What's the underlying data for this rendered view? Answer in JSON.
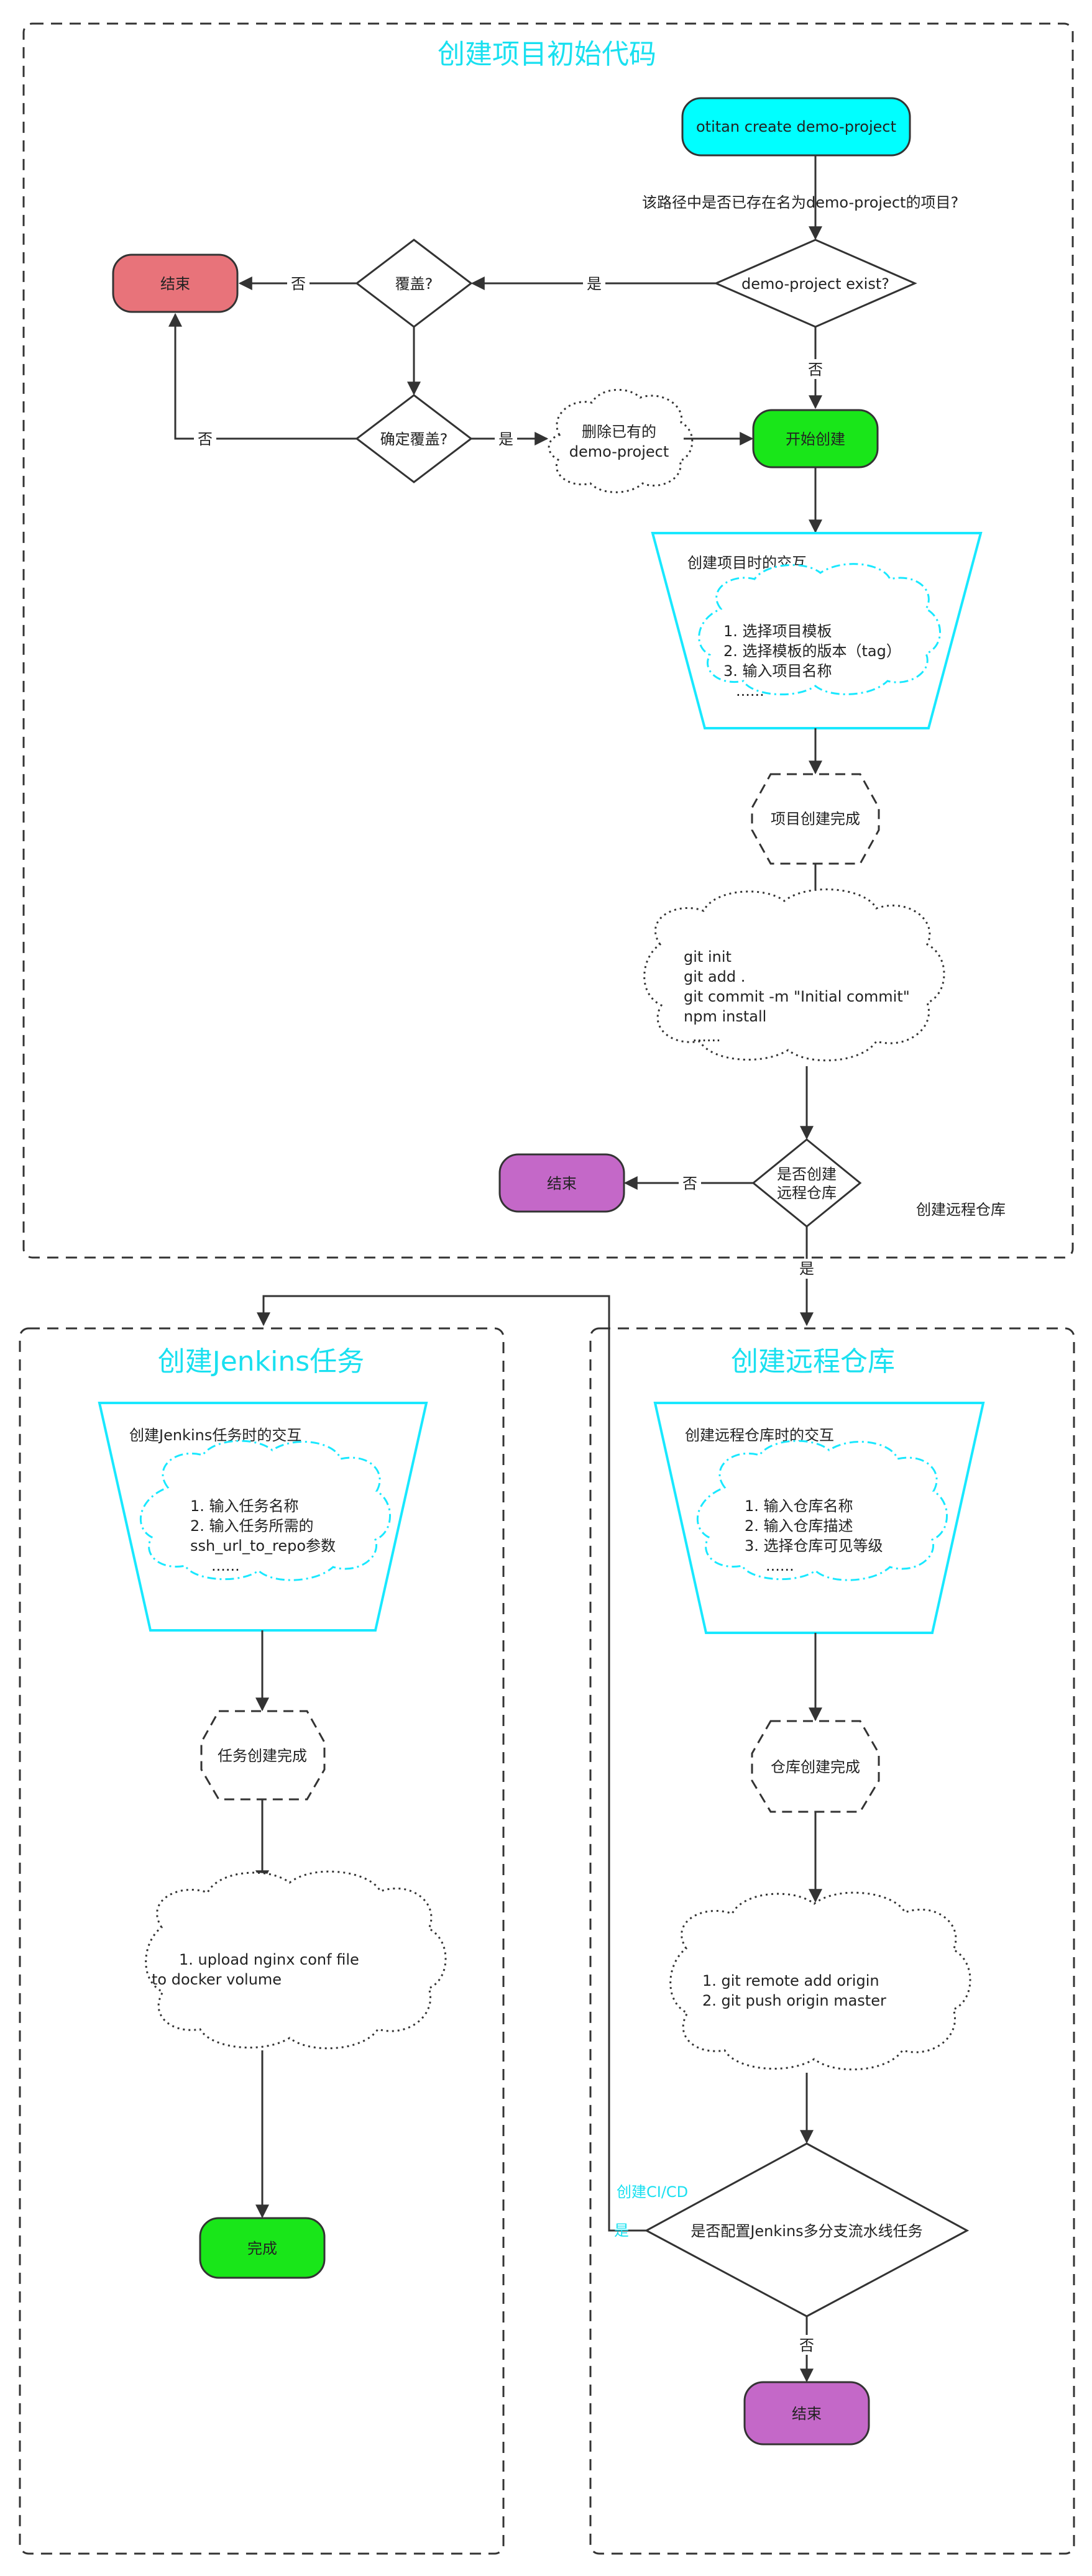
{
  "colors": {
    "cyan": "#00ffff",
    "cyan_title": "#19e0f0",
    "cyan_trap": "#19e8ff",
    "end_red": "#e8737a",
    "end_purple": "#c468c8",
    "green": "#19e619",
    "line": "#333333"
  },
  "top_panel": {
    "title": "创建项目初始代码",
    "start": "otitan create demo-project",
    "question": "该路径中是否已存在名为demo-project的项目?",
    "exist_decision": "demo-project exist?",
    "yes_label": "是",
    "no_label": "否",
    "overwrite_decision": "覆盖?",
    "overwrite_no": "否",
    "confirm_decision": "确定覆盖?",
    "confirm_yes": "是",
    "confirm_no": "否",
    "end_red": "结束",
    "delete_cloud": [
      "删除已有的",
      "demo-project"
    ],
    "start_create": "开始创建",
    "interaction_title": "创建项目时的交互",
    "interaction_items": [
      "1. 选择项目模板",
      "2. 选择模板的版本（tag）",
      "3. 输入项目名称",
      "......"
    ],
    "project_done": "项目创建完成",
    "git_cmds": [
      "git init",
      "git add .",
      "git commit -m \"Initial commit\"",
      "npm install",
      "......"
    ],
    "remote_decision": [
      "是否创建",
      "远程仓库"
    ],
    "remote_no": "否",
    "end_purple": "结束",
    "remote_side_label": "创建远程仓库",
    "remote_yes": "是"
  },
  "jenkins_panel": {
    "title": "创建Jenkins任务",
    "interaction_title": "创建Jenkins任务时的交互",
    "interaction_items": [
      "1. 输入任务名称",
      "2. 输入任务所需的",
      "ssh_url_to_repo参数",
      "......"
    ],
    "task_done": "任务创建完成",
    "cloud_lines": [
      "1. upload nginx conf file",
      "to docker volume"
    ],
    "finish": "完成"
  },
  "repo_panel": {
    "title": "创建远程仓库",
    "interaction_title": "创建远程仓库时的交互",
    "interaction_items": [
      "1. 输入仓库名称",
      "2. 输入仓库描述",
      "3. 选择仓库可见等级",
      "......"
    ],
    "repo_done": "仓库创建完成",
    "cloud_lines": [
      "1. git remote add origin",
      "2. git push origin master"
    ],
    "cicd_label": "创建CI/CD",
    "cicd_yes": "是",
    "pipeline_decision": "是否配置Jenkins多分支流水线任务",
    "pipeline_no": "否",
    "end": "结束"
  }
}
